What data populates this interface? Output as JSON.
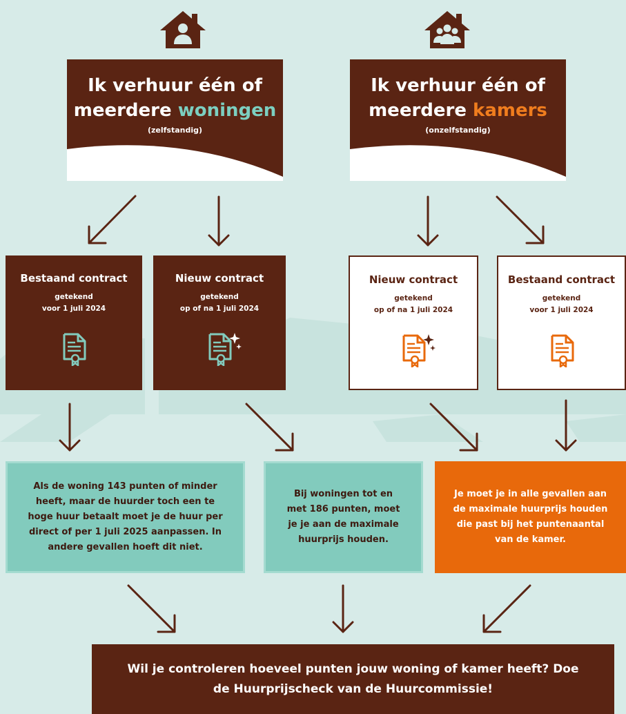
{
  "colors": {
    "background": "#d7ebe8",
    "brown": "#5a2413",
    "teal": "#82cbbd",
    "orange": "#e8690b",
    "green_accent": "#7ccfc0",
    "orange_accent": "#f07d1e"
  },
  "left_panel": {
    "icon": "house-single-person-icon",
    "title_line1": "Ik verhuur één of",
    "title_line2_prefix": "meerdere",
    "title_line2_accent": "woningen",
    "subtitle": "(zelfstandig)"
  },
  "right_panel": {
    "icon": "house-group-icon",
    "title_line1": "Ik verhuur één of",
    "title_line2_prefix": "meerdere",
    "title_line2_accent": "kamers",
    "subtitle": "(onzelfstandig)"
  },
  "contracts": [
    {
      "title": "Bestaand contract",
      "line1": "getekend",
      "line2": "voor 1 juli 2024",
      "icon": "contract-document-icon"
    },
    {
      "title": "Nieuw contract",
      "line1": "getekend",
      "line2": "op of na 1 juli 2024",
      "icon": "contract-document-sparkle-icon"
    },
    {
      "title": "Nieuw contract",
      "line1": "getekend",
      "line2": "op of na 1 juli 2024",
      "icon": "contract-document-sparkle-icon"
    },
    {
      "title": "Bestaand contract",
      "line1": "getekend",
      "line2": "voor 1 juli 2024",
      "icon": "contract-document-icon"
    }
  ],
  "outcomes": [
    "Als de woning 143 punten of minder heeft, maar de huurder toch een te hoge huur betaalt moet je de huur per direct of per 1 juli 2025 aanpassen. In andere gevallen hoeft dit niet.",
    "Bij woningen tot en met 186 punten, moet je je aan de maximale huurprijs houden.",
    "Je moet je in alle gevallen aan de maximale huurprijs houden die past bij het puntenaantal van de kamer."
  ],
  "conclusion": "Wil je controleren hoeveel punten jouw woning of kamer heeft? Doe de Huurprijscheck van de Huurcommissie!"
}
